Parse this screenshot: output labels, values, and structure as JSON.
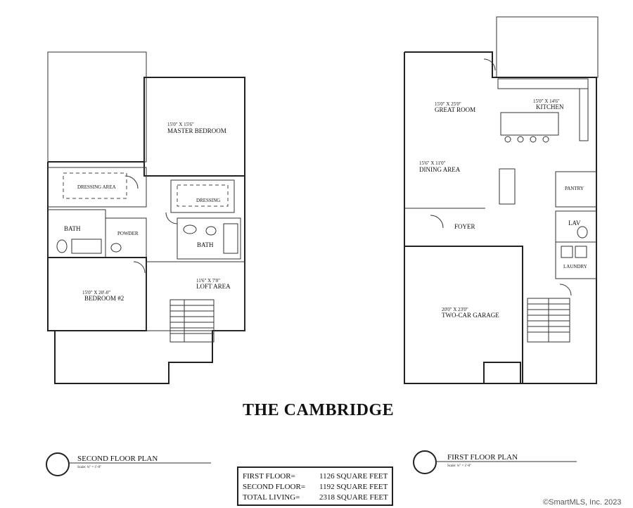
{
  "title": "THE CAMBRIDGE",
  "second_floor": {
    "plan_title": "SECOND FLOOR PLAN",
    "scale": "Scale: ¼\" = 1'-0\"",
    "rooms": {
      "master_bedroom": {
        "name": "MASTER BEDROOM",
        "dims": "15'0\" X 15'6\""
      },
      "dressing_area": {
        "name": "DRESSING AREA"
      },
      "dressing": {
        "name": "DRESSING"
      },
      "bath1": {
        "name": "BATH"
      },
      "powder": {
        "name": "POWDER"
      },
      "bath2": {
        "name": "BATH"
      },
      "loft_area": {
        "name": "LOFT AREA",
        "dims": "11'6\" X 7'0\""
      },
      "bedroom2": {
        "name": "BEDROOM #2",
        "dims": "15'0\" X 20'-0\""
      }
    }
  },
  "first_floor": {
    "plan_title": "FIRST FLOOR PLAN",
    "scale": "Scale: ¼\" = 1'-0\"",
    "rooms": {
      "great_room": {
        "name": "GREAT ROOM",
        "dims": "15'0\" X 25'0\""
      },
      "kitchen": {
        "name": "KITCHEN",
        "dims": "15'0\" X 14'6\""
      },
      "dining_area": {
        "name": "DINING AREA",
        "dims": "15'6\" X 11'0\""
      },
      "pantry": {
        "name": "PANTRY"
      },
      "foyer": {
        "name": "FOYER"
      },
      "lav": {
        "name": "LAV"
      },
      "laundry": {
        "name": "LAUNDRY"
      },
      "garage": {
        "name": "TWO-CAR GARAGE",
        "dims": "20'0\" X 23'0\""
      }
    }
  },
  "areas": [
    {
      "label": "FIRST FLOOR=",
      "value": "1126 SQUARE FEET"
    },
    {
      "label": "SECOND FLOOR=",
      "value": "1192 SQUARE FEET"
    },
    {
      "label": "TOTAL LIVING=",
      "value": "2318 SQUARE FEET"
    }
  ],
  "watermark": "©SmartMLS, Inc. 2023"
}
